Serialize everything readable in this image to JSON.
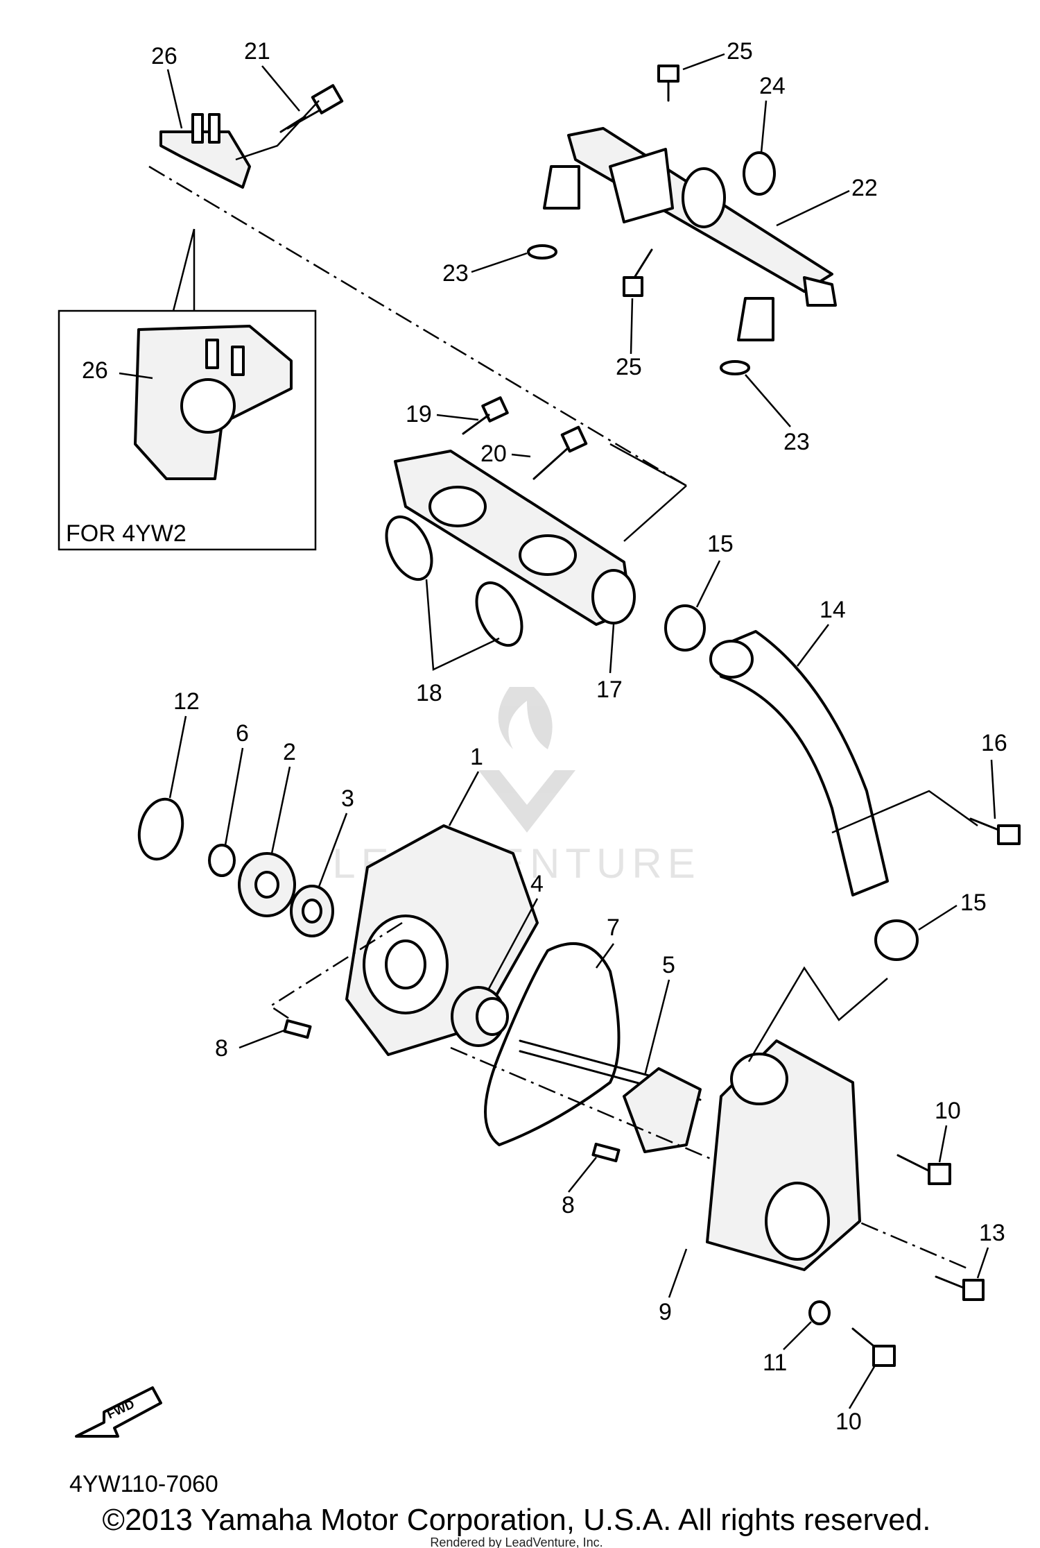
{
  "diagram": {
    "inset_caption": "FOR 4YW2",
    "drawing_code": "4YW110-7060",
    "fwd_label": "FWD",
    "watermark": "LEADVENTURE",
    "copyright": "©2013 Yamaha Motor Corporation, U.S.A. All rights reserved.",
    "rendered_by": "Rendered by LeadVenture, Inc.",
    "callouts": {
      "c1": "1",
      "c2": "2",
      "c3": "3",
      "c4": "4",
      "c5": "5",
      "c6": "6",
      "c7": "7",
      "c8a": "8",
      "c8b": "8",
      "c9": "9",
      "c10a": "10",
      "c10b": "10",
      "c11": "11",
      "c12": "12",
      "c13": "13",
      "c14": "14",
      "c15a": "15",
      "c15b": "15",
      "c16": "16",
      "c17": "17",
      "c18": "18",
      "c19": "19",
      "c20": "20",
      "c21": "21",
      "c22": "22",
      "c23a": "23",
      "c23b": "23",
      "c24": "24",
      "c25a": "25",
      "c25b": "25",
      "c26a": "26",
      "c26b": "26"
    }
  }
}
